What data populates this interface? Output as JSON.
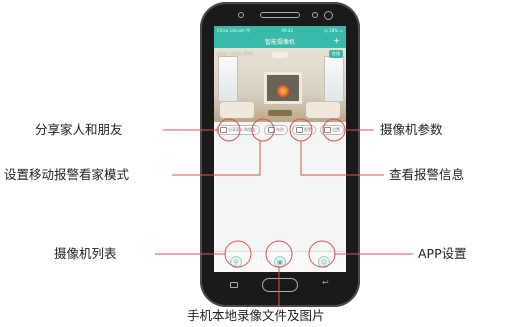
{
  "labels": {
    "share": "分享家人和朋友",
    "motion": "设置移动报警看家模式",
    "params": "摄像机参数",
    "alarm": "查看报警信息",
    "cameralist": "摄像机列表",
    "app": "APP设置",
    "files": "手机本地录像文件及图片"
  },
  "screen": {
    "status_left": "China Unicom 令",
    "status_center": "09:43",
    "status_right": "◎ 38% ▭",
    "title": "智能摄像机",
    "plus": "+",
    "camera_name": "smgr_robot_6842",
    "badge": "在线",
    "quick_buttons": [
      "分享家人和朋友",
      "布防",
      "报警",
      "设置"
    ]
  },
  "colors": {
    "accent": "#39b9a8",
    "line": "#d9534f"
  }
}
